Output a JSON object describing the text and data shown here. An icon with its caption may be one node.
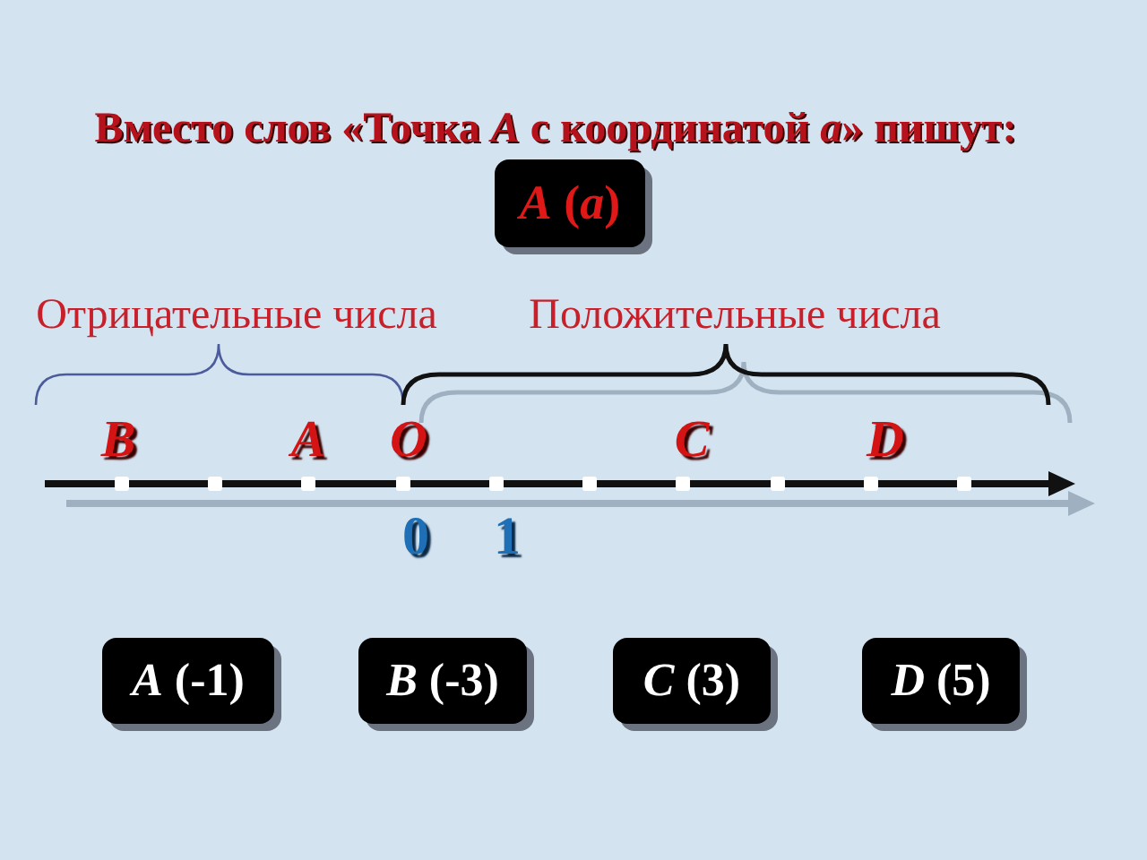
{
  "diagram": {
    "title": "Вместо слов «Точка *A* с координатой *a*» пишут:",
    "nodes": [
      {
        "text": [
          "*A* (*a*)"
        ]
      },
      {
        "text": [
          "*A* (-1)"
        ]
      },
      {
        "text": [
          "*B* (-3)"
        ]
      },
      {
        "text": [
          "*C* (3)"
        ]
      },
      {
        "text": [
          "*D* (5)"
        ]
      }
    ],
    "labels": [
      "Отрицательные числа",
      "Положительные числа",
      "B",
      "A",
      "O",
      "C",
      "D",
      "0",
      "1"
    ]
  }
}
